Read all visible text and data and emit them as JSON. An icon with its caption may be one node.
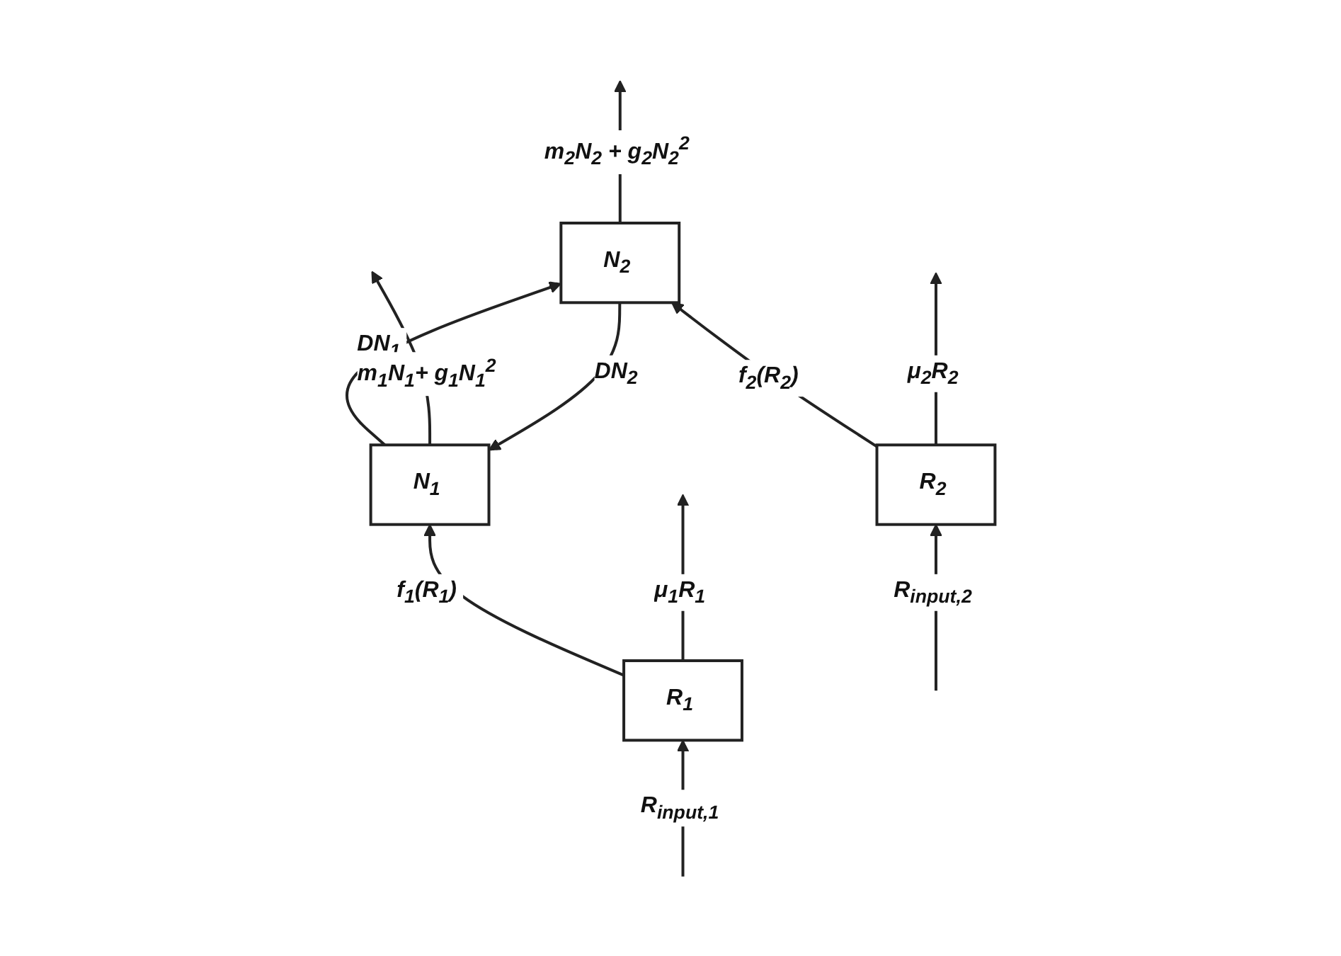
{
  "diagram": {
    "nodes": [
      {
        "text": [
          "N$_{1}$"
        ]
      },
      {
        "text": [
          "N$_{2}$"
        ]
      },
      {
        "text": [
          "R$_{1}$"
        ]
      },
      {
        "text": [
          "R$_{2}$"
        ]
      }
    ],
    "edges": [
      {
        "from": 0,
        "to": 1,
        "arrow": "to",
        "label": "DN$_{1}$"
      },
      {
        "from": 1,
        "to": 0,
        "arrow": "to",
        "label": "DN$_{2}$"
      },
      {
        "from": 0,
        "to": null,
        "arrow": "to",
        "label": "m$_{1}$N$_{1}$+ g$_{1}$N$_{1}$$^{2}$"
      },
      {
        "from": 1,
        "to": null,
        "arrow": "to",
        "label": "m$_{2}$N$_{2}$ + g$_{2}$N$_{2}$$^{2}$"
      },
      {
        "from": 2,
        "to": 0,
        "arrow": "to",
        "label": "f$_{1}$(R$_{1}$)"
      },
      {
        "from": 3,
        "to": 1,
        "arrow": "to",
        "label": "f$_{2}$(R$_{2}$)"
      },
      {
        "from": 2,
        "to": null,
        "arrow": "to",
        "label": "μ$_{1}$R$_{1}$"
      },
      {
        "from": 3,
        "to": null,
        "arrow": "to",
        "label": "μ$_{2}$R$_{2}$"
      },
      {
        "from": null,
        "to": 2,
        "arrow": "to",
        "label": "R$_{input,1}$"
      },
      {
        "from": null,
        "to": 3,
        "arrow": "to",
        "label": "R$_{input,2}$"
      }
    ]
  }
}
